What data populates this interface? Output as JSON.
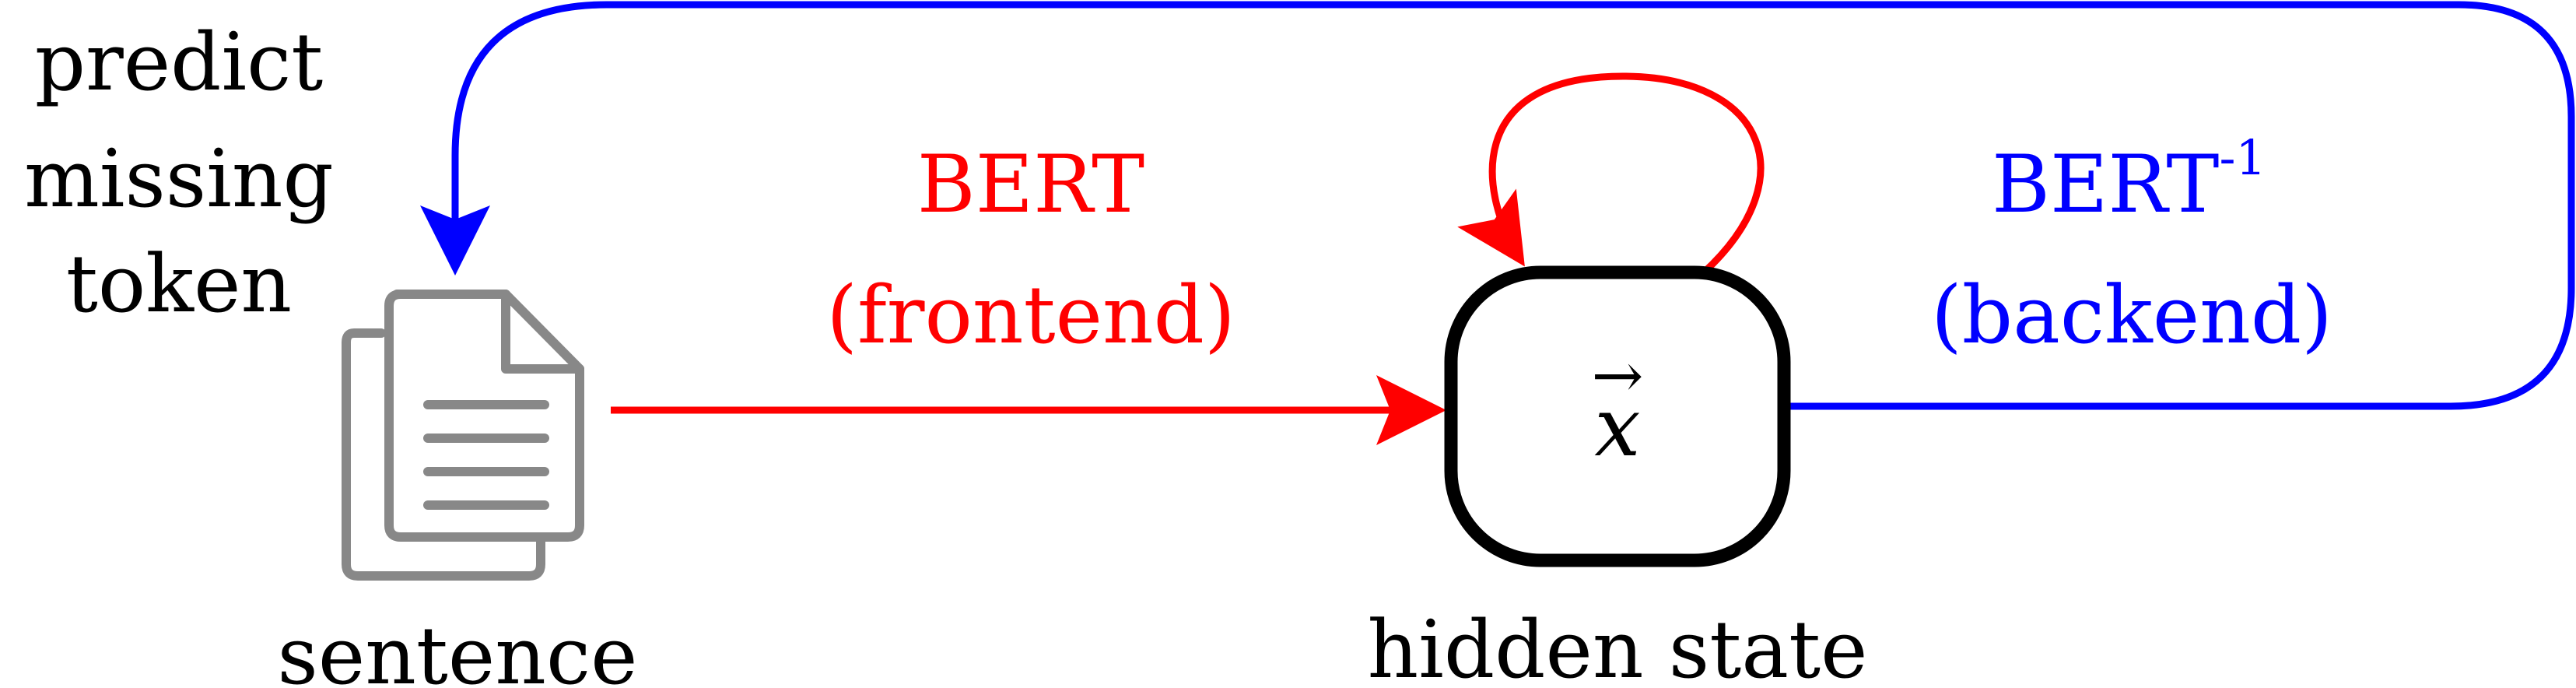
{
  "labels": {
    "predict_lines": [
      "predict",
      "missing",
      "token"
    ],
    "sentence": "sentence",
    "hidden_state": "hidden state",
    "frontend_title": "BERT",
    "frontend_sub": "(frontend)",
    "backend_title": "BERT",
    "backend_sup": "-1",
    "backend_sub": "(backend)",
    "state_symbol": "x",
    "state_vector_mark": "→"
  },
  "colors": {
    "frontend": "#ff0000",
    "backend": "#0000ff",
    "node_border": "#000000",
    "document_icon": "#888888",
    "text": "#000000"
  },
  "icons": {
    "sentence_icon": "document-stack-icon"
  }
}
